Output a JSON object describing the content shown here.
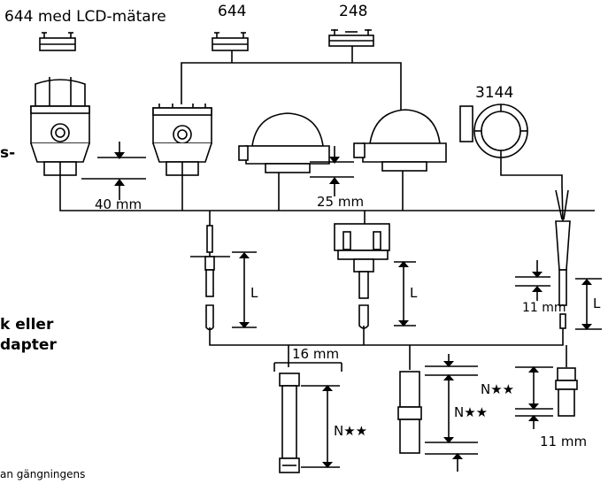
{
  "labels": {
    "lcd_meter": "644 med LCD-mätare",
    "model_644": "644",
    "model_248": "248",
    "model_3144": "3144",
    "dim_40": "40 mm",
    "dim_25": "25 mm",
    "dim_16": "16 mm",
    "dim_11_a": "11 mm",
    "dim_11_b": "11 mm",
    "L": "L",
    "N": "N★★",
    "left_partial": "s-",
    "left_bold_1": "k eller",
    "left_bold_2": "dapter",
    "footnote_partial": "an gängningens"
  }
}
